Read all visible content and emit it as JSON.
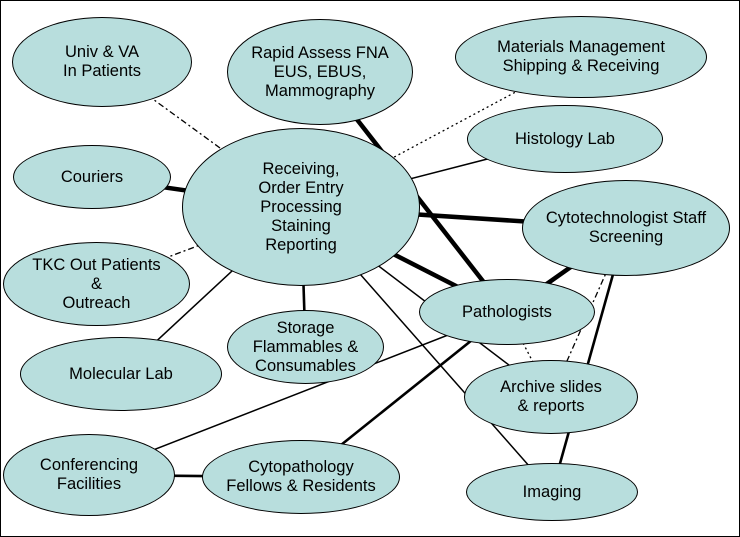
{
  "colors": {
    "node_fill": "#b8dedd",
    "stroke": "#000000",
    "background": "#ffffff"
  },
  "nodes": {
    "univ_va": "Univ & VA\nIn Patients",
    "rapid_assess": "Rapid Assess FNA\nEUS, EBUS,\nMammography",
    "materials": "Materials Management\nShipping & Receiving",
    "histology": "Histology Lab",
    "couriers": "Couriers",
    "receiving": "Receiving,\nOrder Entry\nProcessing\nStaining\nReporting",
    "cytotech": "Cytotechnologist Staff\nScreening",
    "tkc": "TKC Out Patients\n&\nOutreach",
    "pathologists": "Pathologists",
    "storage": "Storage\nFlammables &\nConsumables",
    "molecular": "Molecular Lab",
    "archive": "Archive slides\n& reports",
    "conferencing": "Conferencing\nFacilities",
    "cytopathology": "Cytopathology\nFellows & Residents",
    "imaging": "Imaging"
  },
  "edges": [
    {
      "from": "univ_va",
      "to": "receiving",
      "style": "dashdot"
    },
    {
      "from": "rapid_assess",
      "to": "pathologists",
      "style": "thick"
    },
    {
      "from": "materials",
      "to": "receiving",
      "style": "dotted"
    },
    {
      "from": "histology",
      "to": "receiving",
      "style": "thin"
    },
    {
      "from": "couriers",
      "to": "receiving",
      "style": "thick"
    },
    {
      "from": "receiving",
      "to": "cytotech",
      "style": "thick"
    },
    {
      "from": "receiving",
      "to": "pathologists",
      "style": "thick"
    },
    {
      "from": "receiving",
      "to": "archive",
      "style": "thin"
    },
    {
      "from": "receiving",
      "to": "imaging",
      "style": "thin"
    },
    {
      "from": "receiving",
      "to": "storage",
      "style": "medium"
    },
    {
      "from": "receiving",
      "to": "molecular",
      "style": "thin"
    },
    {
      "from": "tkc",
      "to": "receiving",
      "style": "dashdot"
    },
    {
      "from": "pathologists",
      "to": "cytotech",
      "style": "thick"
    },
    {
      "from": "pathologists",
      "to": "conferencing",
      "style": "thin"
    },
    {
      "from": "pathologists",
      "to": "cytopathology",
      "style": "medium"
    },
    {
      "from": "pathologists",
      "to": "archive",
      "style": "dotted"
    },
    {
      "from": "cytotech",
      "to": "archive",
      "style": "dashdot"
    },
    {
      "from": "cytotech",
      "to": "imaging",
      "style": "medium"
    },
    {
      "from": "conferencing",
      "to": "cytopathology",
      "style": "medium"
    }
  ]
}
